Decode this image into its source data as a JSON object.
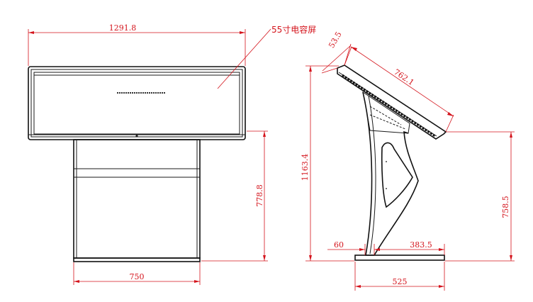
{
  "colors": {
    "dimension": "#d4141c",
    "object": "#1a1a1a",
    "background": "#ffffff"
  },
  "front_view": {
    "width_top": "1291.8",
    "screen_label": "55寸电容屏",
    "height_right": "778.8",
    "width_base": "750"
  },
  "side_view": {
    "bevel": "53.5",
    "screen_length": "762.1",
    "total_height": "1163.4",
    "screen_bottom_height": "758.5",
    "foot_left": "60",
    "foot_right": "383.5",
    "base_depth": "525"
  }
}
